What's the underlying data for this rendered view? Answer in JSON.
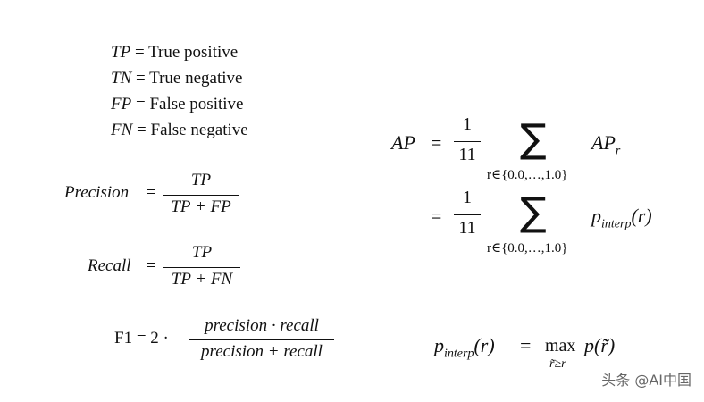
{
  "definitions": [
    {
      "abbr": "TP",
      "eq": "=",
      "text": "True positive"
    },
    {
      "abbr": "TN",
      "eq": "=",
      "text": "True negative"
    },
    {
      "abbr": "FP",
      "eq": "=",
      "text": "False positive"
    },
    {
      "abbr": "FN",
      "eq": "=",
      "text": "False negative"
    }
  ],
  "precision": {
    "lhs": "Precision",
    "eq": "=",
    "num": "TP",
    "den": "TP + FP"
  },
  "recall": {
    "lhs": "Recall",
    "eq": "=",
    "num": "TP",
    "den": "TP + FN"
  },
  "f1": {
    "lhs": "F1 = 2 ·",
    "num": "precision · recall",
    "den": "precision + recall"
  },
  "ap": {
    "lhs": "AP",
    "eq": "=",
    "frac_num": "1",
    "frac_den": "11",
    "sum_symbol": "∑",
    "sum_range": "r∈{0.0,…,1.0}",
    "term1_base": "AP",
    "term1_sub": "r",
    "eq2": "=",
    "term2_base": "p",
    "term2_sub": "interp",
    "term2_arg": "(r)"
  },
  "interp": {
    "lhs_base": "p",
    "lhs_sub": "interp",
    "lhs_arg": "(r)",
    "eq": "=",
    "max": "max",
    "max_sub": "r̃≥r",
    "rhs": "p(r̃)"
  },
  "watermark": "头条 @AI中国"
}
